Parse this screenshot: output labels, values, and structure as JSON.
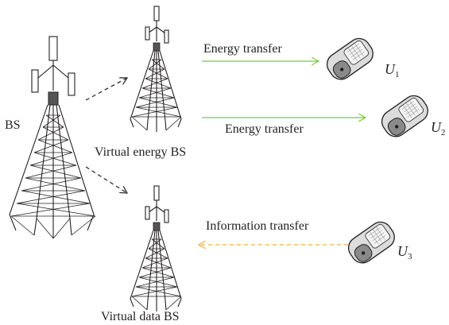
{
  "labels": {
    "bs": "BS",
    "virtual_energy_bs": "Virtual energy BS",
    "virtual_data_bs": "Virtual data BS",
    "energy_transfer_1": "Energy transfer",
    "energy_transfer_2": "Energy transfer",
    "information_transfer": "Information transfer"
  },
  "users": [
    {
      "letter": "U",
      "sub": "1"
    },
    {
      "letter": "U",
      "sub": "2"
    },
    {
      "letter": "U",
      "sub": "3"
    }
  ],
  "colors": {
    "energy_arrow": "#7dc443",
    "information_arrow": "#f2b134",
    "virtual_arrow": "#231f20",
    "ink": "#231f20"
  },
  "icons": [
    "tower-icon",
    "mobile-phone-icon"
  ]
}
